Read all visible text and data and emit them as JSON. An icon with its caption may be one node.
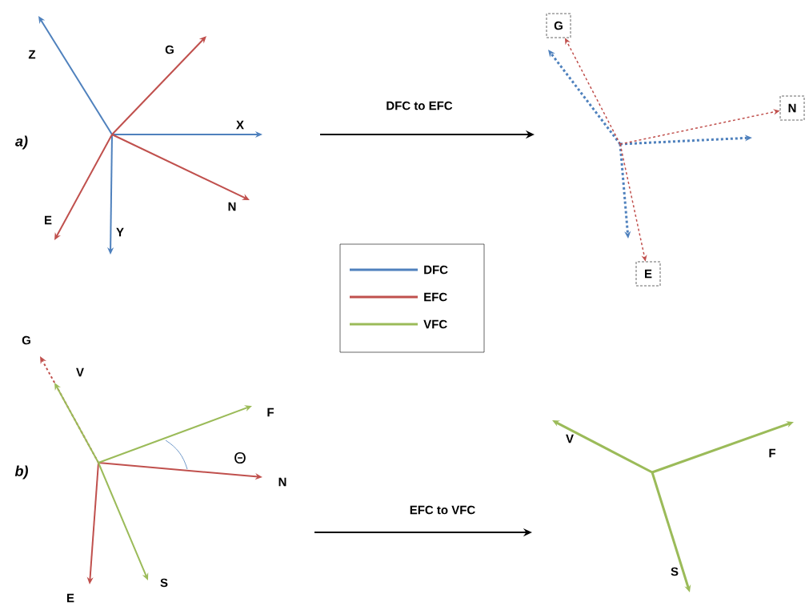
{
  "diagram": {
    "nodes": [
      {
        "text": [
          "G"
        ]
      },
      {
        "text": [
          "N"
        ]
      },
      {
        "text": [
          "E"
        ]
      }
    ],
    "edges": [
      {
        "from": null,
        "to": 0,
        "arrow": "to",
        "style": "dashed",
        "color": "#c0504d"
      },
      {
        "from": null,
        "to": 1,
        "arrow": "to",
        "style": "dashed",
        "color": "#c0504d"
      },
      {
        "from": null,
        "to": 2,
        "arrow": "to",
        "style": "dashed",
        "color": "#c0504d"
      }
    ],
    "labels": [
      "Z",
      "G",
      "a)",
      "X",
      "DFC  to EFC",
      "N",
      "E",
      "Y",
      "G",
      "V",
      "F",
      "Θ",
      "b)",
      "N",
      "EFC to VFC",
      "V",
      "F",
      "S",
      "E",
      "S"
    ],
    "legend": [
      {
        "text": "DFC"
      },
      {
        "text": "EFC"
      },
      {
        "text": "VFC"
      }
    ]
  }
}
